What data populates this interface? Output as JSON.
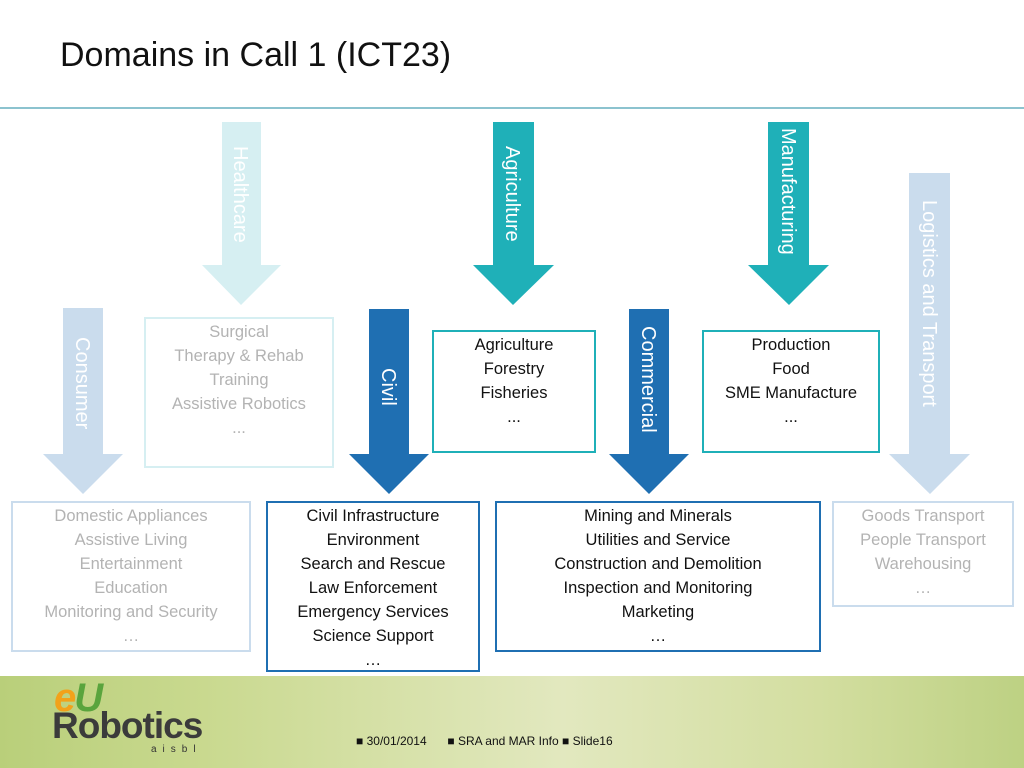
{
  "slide": {
    "title": "Domains in Call 1 (ICT23)"
  },
  "colors": {
    "faded_teal": "#d6eff2",
    "teal": "#1fb0b8",
    "faded_blue": "#cadced",
    "dark_blue": "#1f6fb2",
    "faded_text": "#b3b3b3",
    "title_rule": "#8cc3cf"
  },
  "arrows": [
    {
      "label": "Healthcare",
      "state": "faded"
    },
    {
      "label": "Agriculture",
      "state": "active"
    },
    {
      "label": "Manufacturing",
      "state": "active"
    },
    {
      "label": "Logistics and Transport",
      "state": "faded"
    },
    {
      "label": "Consumer",
      "state": "faded"
    },
    {
      "label": "Civil",
      "state": "active"
    },
    {
      "label": "Commercial",
      "state": "active"
    }
  ],
  "boxes": [
    {
      "lines": [
        "Surgical",
        "Therapy & Rehab",
        "Training",
        "Assistive Robotics",
        "..."
      ]
    },
    {
      "lines": [
        "Agriculture",
        "Forestry",
        "Fisheries",
        "..."
      ]
    },
    {
      "lines": [
        "Production",
        "Food",
        "SME Manufacture",
        "..."
      ]
    },
    {
      "lines": [
        "Domestic Appliances",
        "Assistive Living",
        "Entertainment",
        "Education",
        "Monitoring and Security",
        "…"
      ]
    },
    {
      "lines": [
        "Civil Infrastructure",
        "Environment",
        "Search and Rescue",
        "Law Enforcement",
        "Emergency Services",
        "Science Support",
        "…"
      ]
    },
    {
      "lines": [
        "Mining and Minerals",
        "Utilities and Service",
        "Construction and Demolition",
        "Inspection and Monitoring",
        "Marketing",
        "…"
      ]
    },
    {
      "lines": [
        "Goods Transport",
        "People Transport",
        "Warehousing",
        "…"
      ]
    }
  ],
  "footer": {
    "logo_e": "e",
    "logo_u": "U",
    "logo_name": "Robotics",
    "logo_sub": "aisbl",
    "bullet": "■",
    "date": "30/01/2014",
    "info": "SRA and MAR Info",
    "slide": "Slide16"
  }
}
